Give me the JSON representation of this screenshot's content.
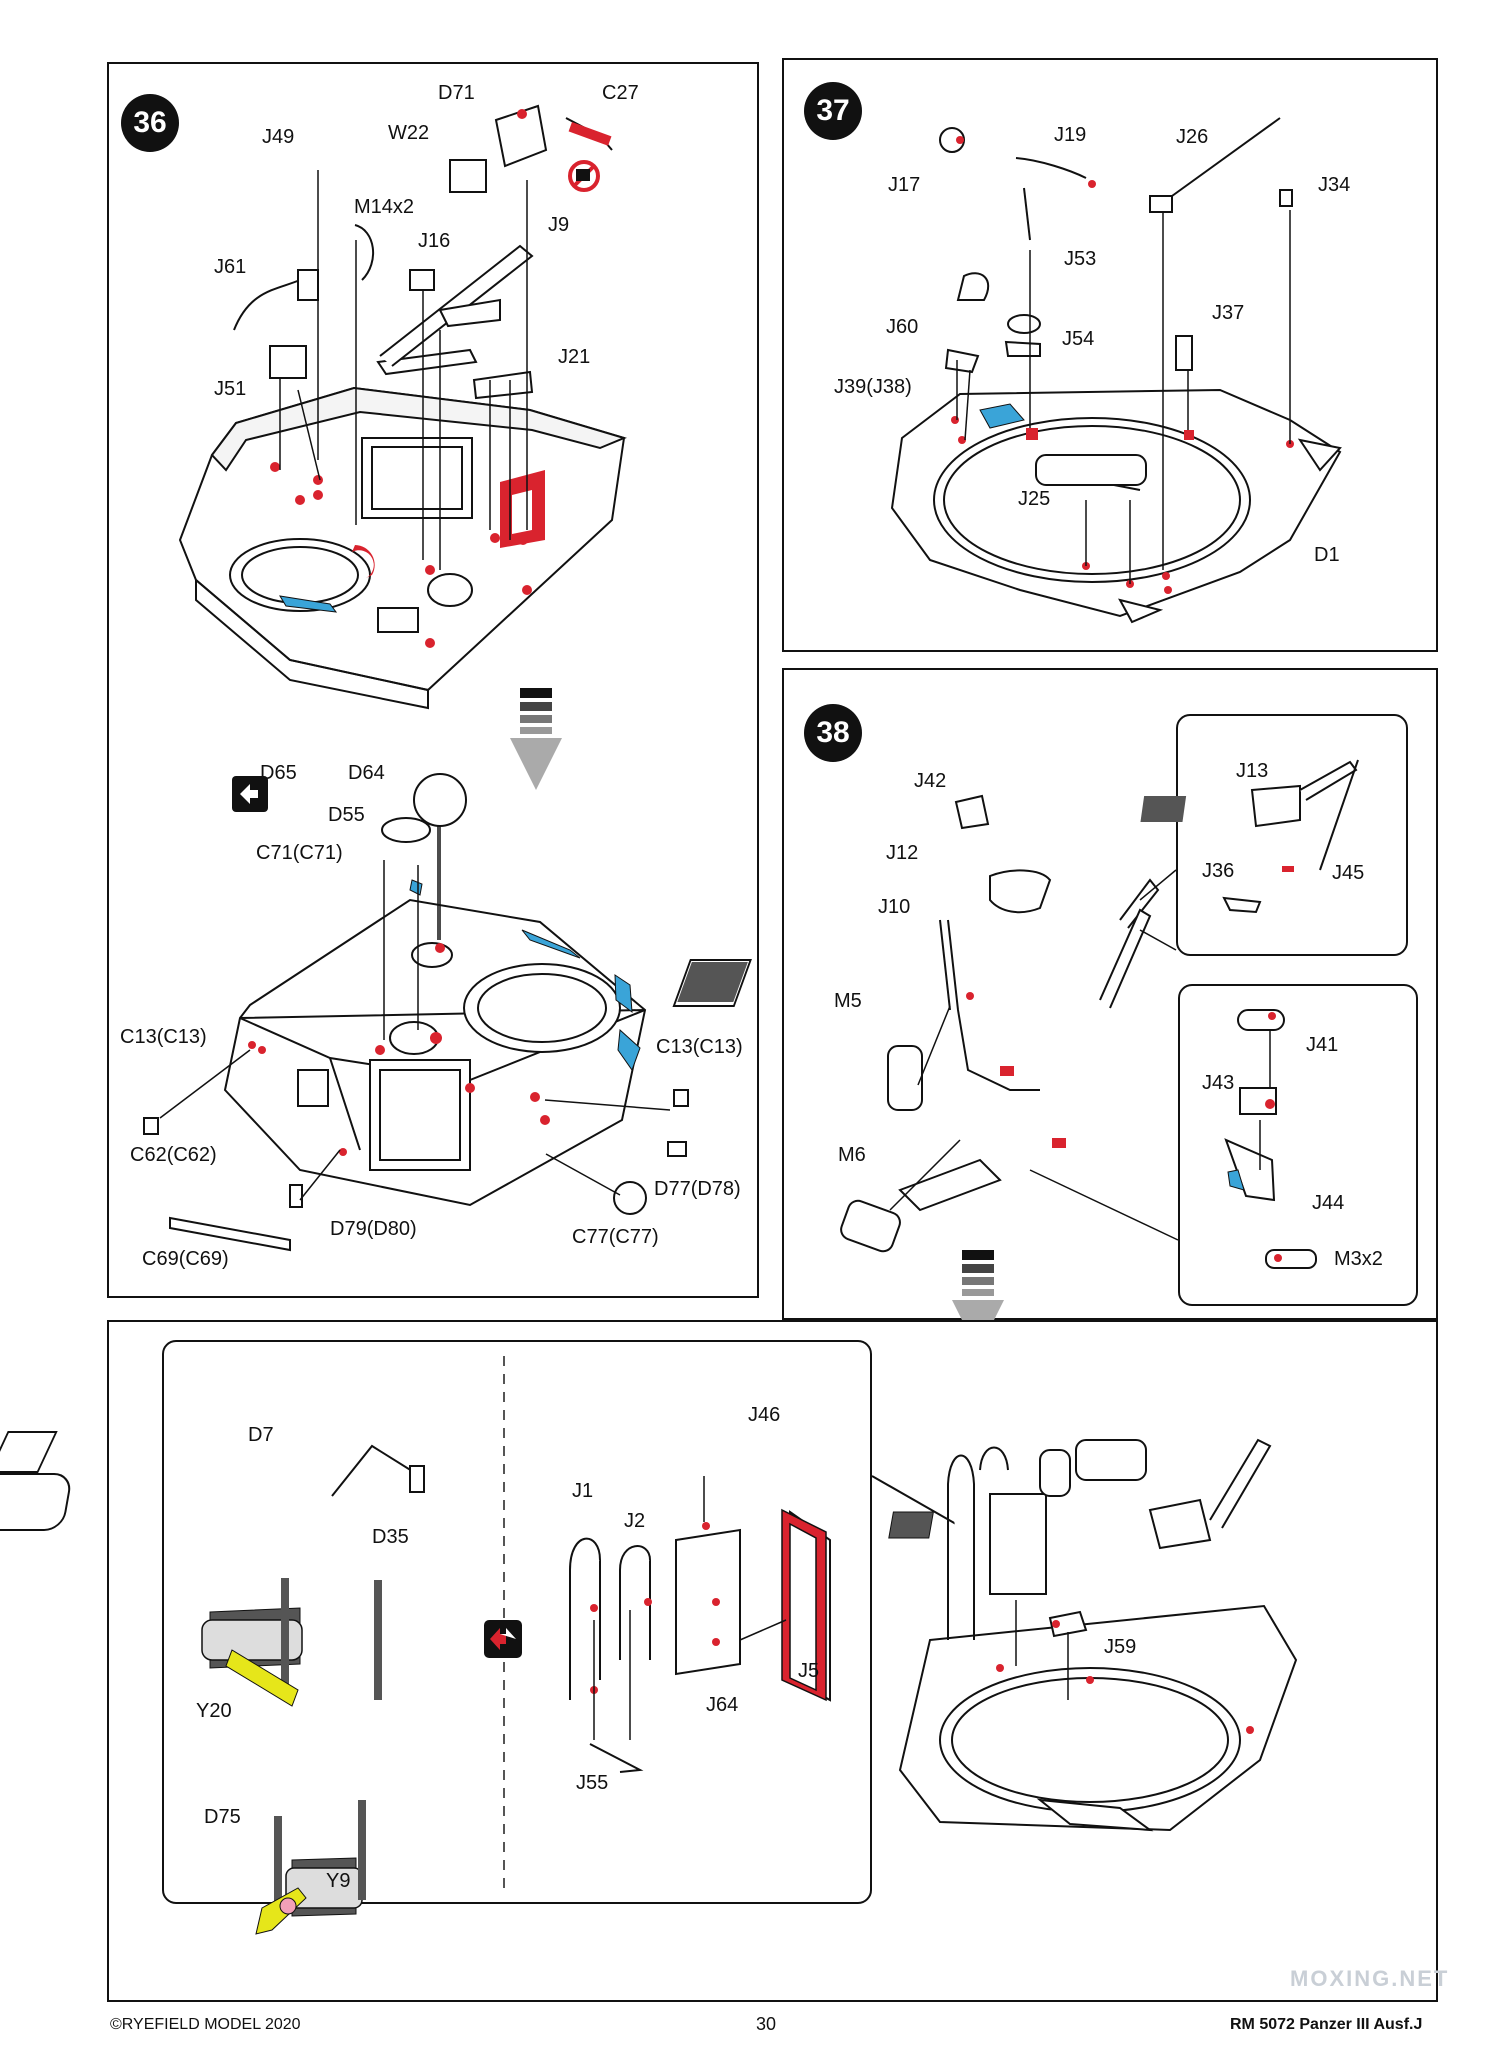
{
  "steps": {
    "s36": {
      "number": "36",
      "labels": {
        "D71": "D71",
        "C27": "C27",
        "W22": "W22",
        "J49": "J49",
        "M14x2": "M14x2",
        "J16": "J16",
        "J9": "J9",
        "J61": "J61",
        "J51": "J51",
        "J21": "J21",
        "D65": "D65",
        "D64": "D64",
        "D55": "D55",
        "C71": "C71(C71)",
        "C13a": "C13(C13)",
        "C13b": "C13(C13)",
        "C62": "C62(C62)",
        "D77": "D77(D78)",
        "D79": "D79(D80)",
        "C77": "C77(C77)",
        "C69": "C69(C69)"
      }
    },
    "s37": {
      "number": "37",
      "labels": {
        "J17": "J17",
        "J19": "J19",
        "J26": "J26",
        "J34": "J34",
        "J53": "J53",
        "J60": "J60",
        "J54": "J54",
        "J37": "J37",
        "J39": "J39(J38)",
        "J25": "J25",
        "D1": "D1"
      }
    },
    "s38": {
      "number": "38",
      "labels": {
        "J42": "J42",
        "J12": "J12",
        "J10": "J10",
        "M5": "M5",
        "M6": "M6",
        "J13": "J13",
        "J36": "J36",
        "J45": "J45",
        "J41": "J41",
        "J43": "J43",
        "J44": "J44",
        "M3x2": "M3x2",
        "J59": "J59"
      }
    },
    "bottom": {
      "labels": {
        "D7": "D7",
        "D35": "D35",
        "Y20": "Y20",
        "D75": "D75",
        "Y9": "Y9",
        "J46": "J46",
        "J1": "J1",
        "J2": "J2",
        "J64": "J64",
        "J5": "J5",
        "J55": "J55"
      }
    }
  },
  "footer": {
    "copyright": "©RYEFIELD MODEL 2020",
    "page": "30",
    "product": "RM 5072 Panzer III Ausf.J"
  },
  "watermark": "MOXING.NET",
  "colors": {
    "ink": "#111111",
    "red": "#d9232e",
    "blue": "#3aa4d8",
    "yellow": "#e6e61a",
    "pink": "#f2a0b8",
    "grey": "#9a9a9a"
  }
}
